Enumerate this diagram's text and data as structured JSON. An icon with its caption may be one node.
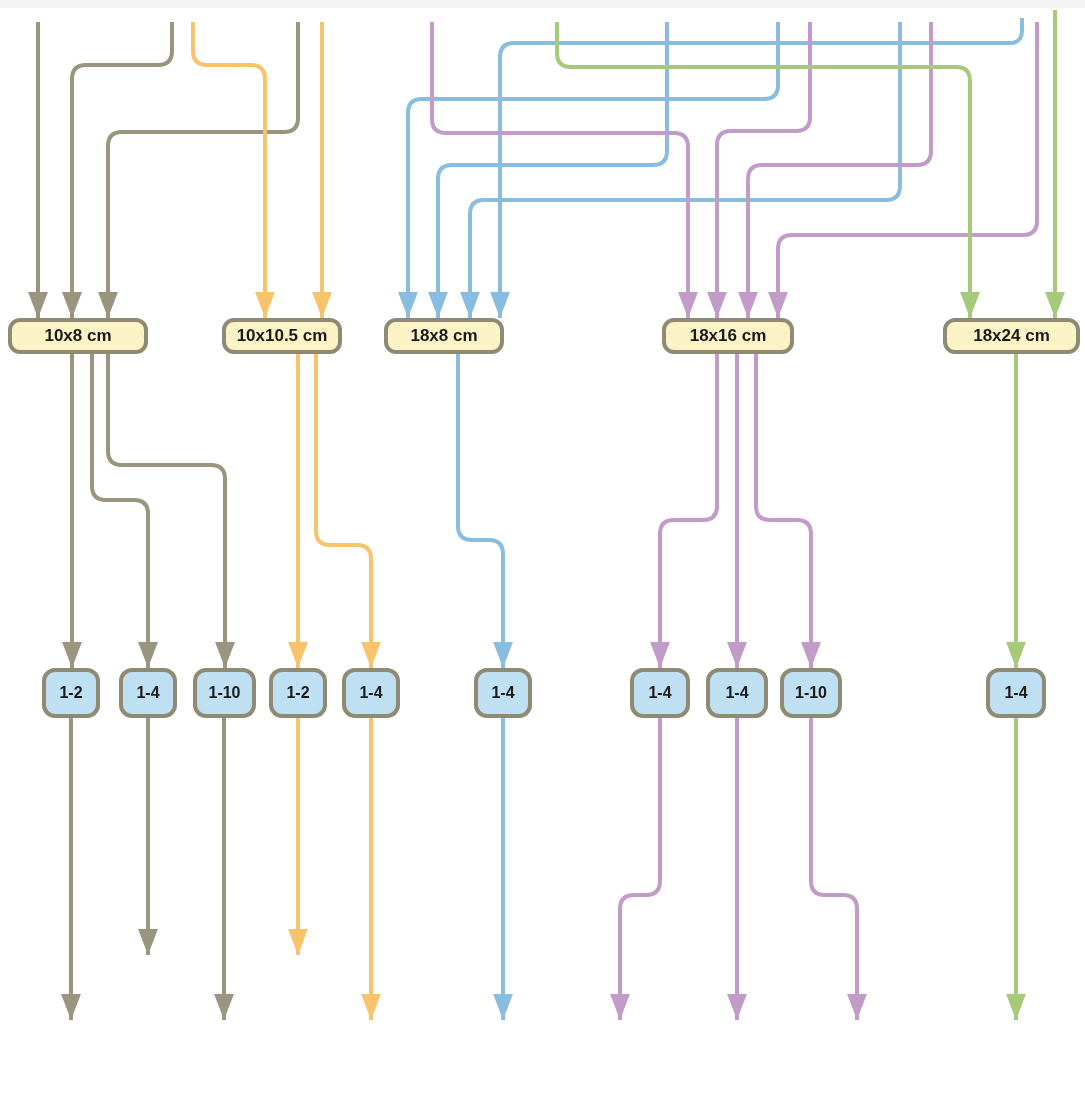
{
  "diagram": {
    "nodes": [
      {
        "text": [
          "10x8 cm"
        ]
      },
      {
        "text": [
          "10x10.5 cm"
        ]
      },
      {
        "text": [
          "18x8 cm"
        ]
      },
      {
        "text": [
          "18x16 cm"
        ]
      },
      {
        "text": [
          "18x24 cm"
        ]
      },
      {
        "text": [
          "1-2"
        ]
      },
      {
        "text": [
          "1-4"
        ]
      },
      {
        "text": [
          "1-10"
        ]
      },
      {
        "text": [
          "1-2"
        ]
      },
      {
        "text": [
          "1-4"
        ]
      },
      {
        "text": [
          "1-4"
        ]
      },
      {
        "text": [
          "1-4"
        ]
      },
      {
        "text": [
          "1-4"
        ]
      },
      {
        "text": [
          "1-10"
        ]
      },
      {
        "text": [
          "1-4"
        ]
      }
    ],
    "edges": [
      {
        "from": null,
        "to": 0,
        "arrow": "to",
        "color": "#9a957f"
      },
      {
        "from": null,
        "to": 0,
        "arrow": "to",
        "color": "#9a957f"
      },
      {
        "from": null,
        "to": 0,
        "arrow": "to",
        "color": "#9a957f"
      },
      {
        "from": null,
        "to": 1,
        "arrow": "to",
        "color": "#f7c46c"
      },
      {
        "from": null,
        "to": 1,
        "arrow": "to",
        "color": "#f7c46c"
      },
      {
        "from": null,
        "to": 2,
        "arrow": "to",
        "color": "#88bde0"
      },
      {
        "from": null,
        "to": 2,
        "arrow": "to",
        "color": "#88bde0"
      },
      {
        "from": null,
        "to": 2,
        "arrow": "to",
        "color": "#88bde0"
      },
      {
        "from": null,
        "to": 2,
        "arrow": "to",
        "color": "#88bde0"
      },
      {
        "from": null,
        "to": 3,
        "arrow": "to",
        "color": "#c29cc8"
      },
      {
        "from": null,
        "to": 3,
        "arrow": "to",
        "color": "#c29cc8"
      },
      {
        "from": null,
        "to": 3,
        "arrow": "to",
        "color": "#c29cc8"
      },
      {
        "from": null,
        "to": 3,
        "arrow": "to",
        "color": "#c29cc8"
      },
      {
        "from": null,
        "to": 4,
        "arrow": "to",
        "color": "#a7c97a"
      },
      {
        "from": null,
        "to": 4,
        "arrow": "to",
        "color": "#a7c97a"
      },
      {
        "from": 0,
        "to": 5,
        "arrow": "to",
        "color": "#9a957f"
      },
      {
        "from": 0,
        "to": 6,
        "arrow": "to",
        "color": "#9a957f"
      },
      {
        "from": 0,
        "to": 7,
        "arrow": "to",
        "color": "#9a957f"
      },
      {
        "from": 1,
        "to": 8,
        "arrow": "to",
        "color": "#f7c46c"
      },
      {
        "from": 1,
        "to": 9,
        "arrow": "to",
        "color": "#f7c46c"
      },
      {
        "from": 2,
        "to": 10,
        "arrow": "to",
        "color": "#88bde0"
      },
      {
        "from": 3,
        "to": 11,
        "arrow": "to",
        "color": "#c29cc8"
      },
      {
        "from": 3,
        "to": 12,
        "arrow": "to",
        "color": "#c29cc8"
      },
      {
        "from": 3,
        "to": 13,
        "arrow": "to",
        "color": "#c29cc8"
      },
      {
        "from": 4,
        "to": 14,
        "arrow": "to",
        "color": "#a7c97a"
      },
      {
        "from": 5,
        "to": null,
        "arrow": "to",
        "color": "#9a957f"
      },
      {
        "from": 6,
        "to": null,
        "arrow": "to",
        "color": "#9a957f"
      },
      {
        "from": 7,
        "to": null,
        "arrow": "to",
        "color": "#9a957f"
      },
      {
        "from": 8,
        "to": null,
        "arrow": "to",
        "color": "#f7c46c"
      },
      {
        "from": 9,
        "to": null,
        "arrow": "to",
        "color": "#f7c46c"
      },
      {
        "from": 10,
        "to": null,
        "arrow": "to",
        "color": "#88bde0"
      },
      {
        "from": 11,
        "to": null,
        "arrow": "to",
        "color": "#c29cc8"
      },
      {
        "from": 12,
        "to": null,
        "arrow": "to",
        "color": "#c29cc8"
      },
      {
        "from": 13,
        "to": null,
        "arrow": "to",
        "color": "#c29cc8"
      },
      {
        "from": 14,
        "to": null,
        "arrow": "to",
        "color": "#a7c97a"
      }
    ]
  }
}
